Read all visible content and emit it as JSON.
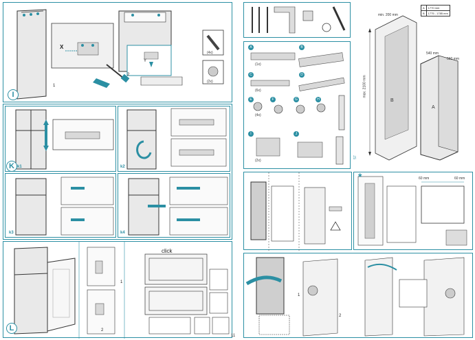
{
  "page_number": "11",
  "sections": {
    "i": {
      "badge": "I"
    },
    "k": {
      "badge": "K",
      "steps": [
        "k1",
        "k2",
        "k3",
        "k4"
      ]
    },
    "l": {
      "badge": "L"
    }
  },
  "step_labels": {
    "x": "X",
    "y": "Y",
    "one": "1",
    "two": "2",
    "click": "click"
  },
  "quantities": {
    "four": "(4x)",
    "two": "(2x)",
    "one": "(1x)",
    "six": "(6x)"
  },
  "part_labels": {
    "a": "A",
    "b": "B",
    "c": "C",
    "d": "D",
    "e": "E",
    "f": "F",
    "g": "G",
    "h": "H",
    "i": "I",
    "j": "J"
  },
  "dimensions": {
    "max_height": "max. 2100 mm",
    "width": "540 mm",
    "depth": "560 mm",
    "min_clearance": "min. 200 mm",
    "air_gap": "60 mm",
    "table": [
      [
        "A",
        "1770 mm"
      ],
      [
        "B",
        "1775 - 1785 mm"
      ]
    ],
    "table_header": [
      "A",
      "B"
    ],
    "doc_code": "57"
  },
  "colors": {
    "accent": "#2b8fa3",
    "outline": "#333333"
  }
}
